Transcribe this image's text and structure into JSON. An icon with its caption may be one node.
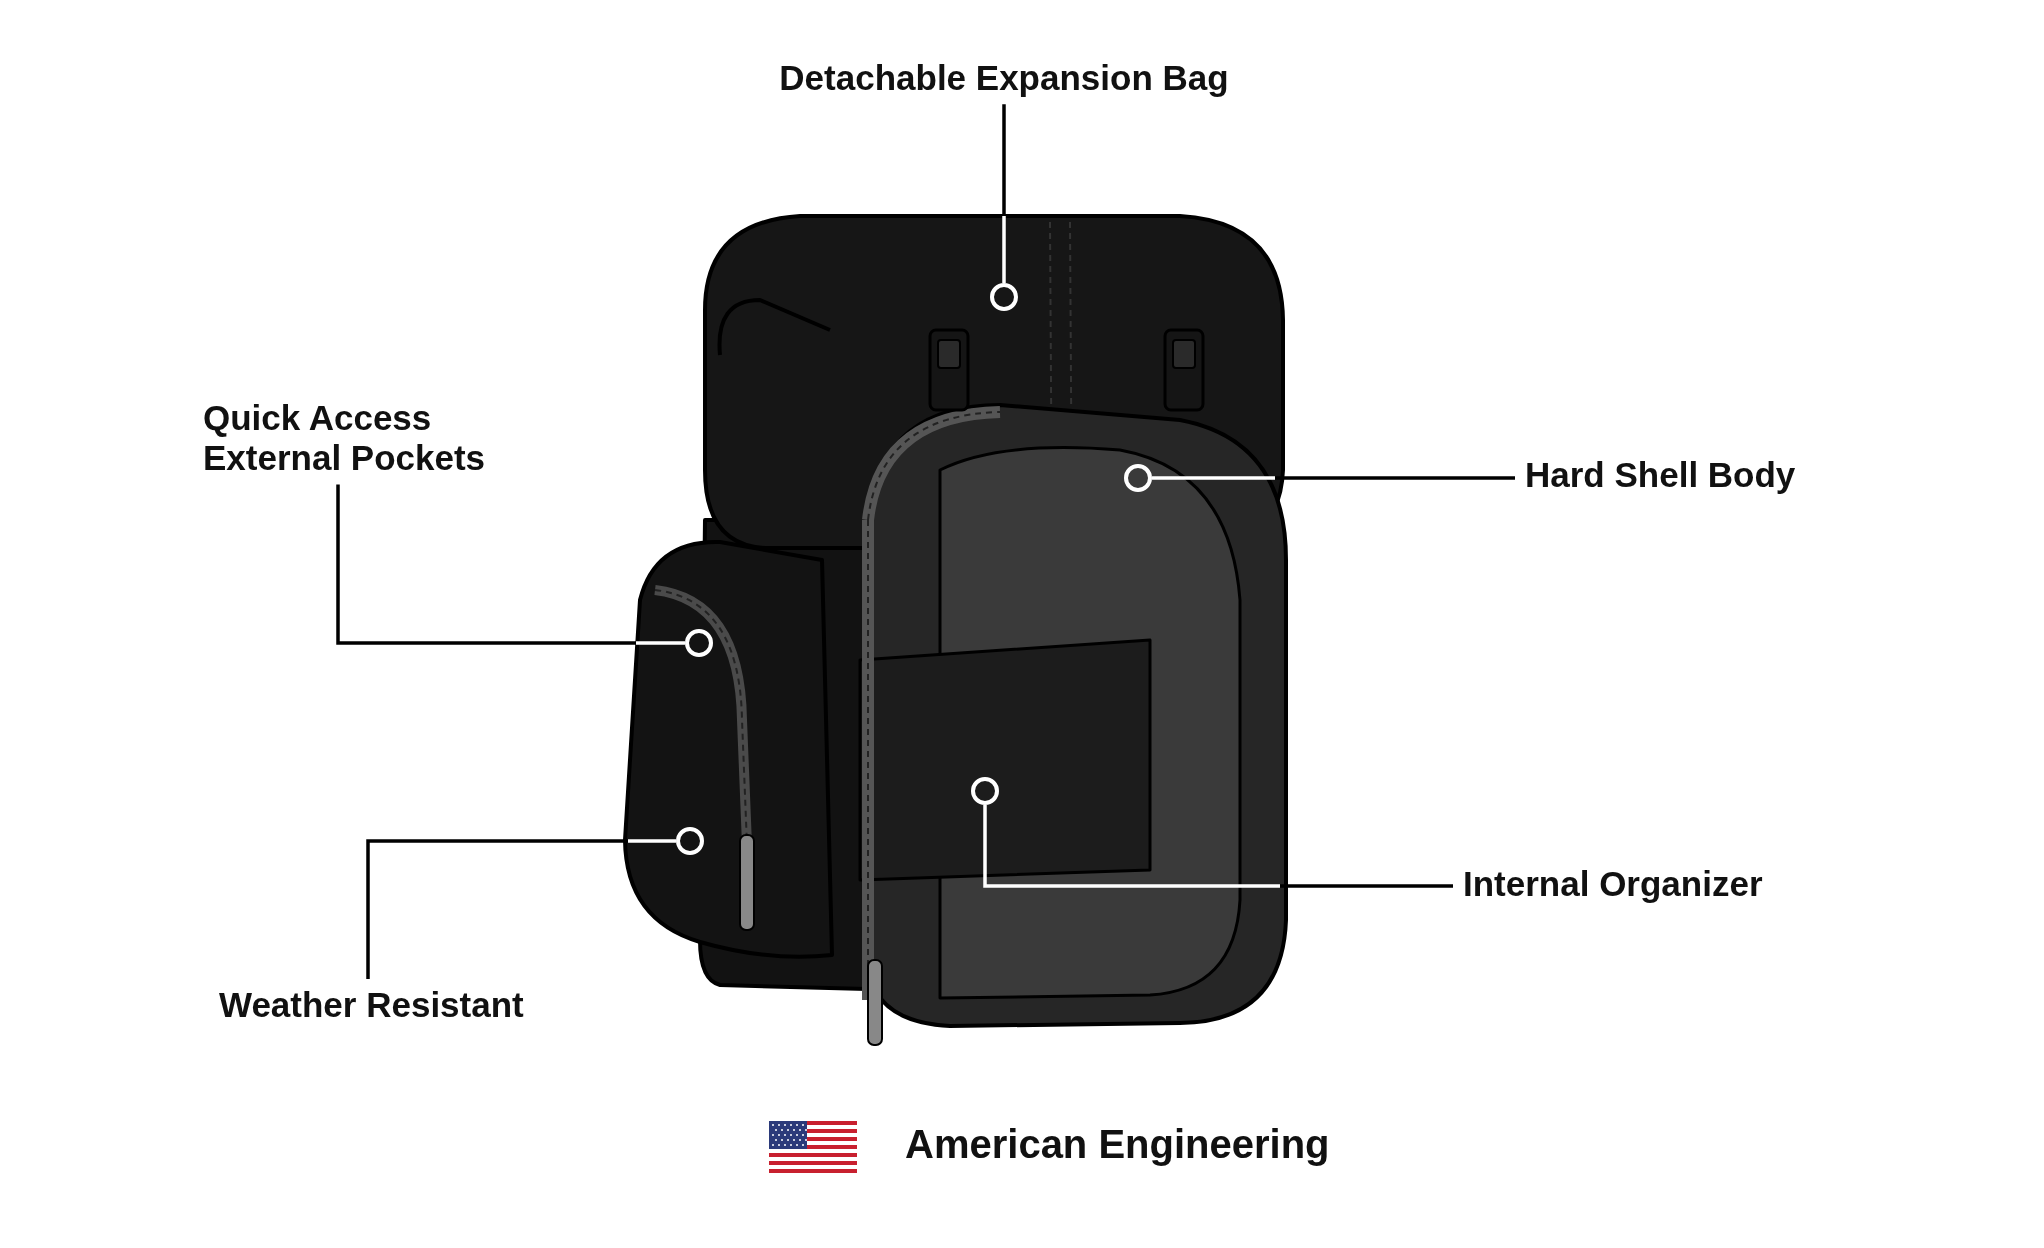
{
  "diagram": {
    "nodes": [
      {
        "text": [
          "Detachable Expansion Bag"
        ]
      },
      {
        "text": [
          "Quick Access External Pockets"
        ]
      },
      {
        "text": [
          "Hard Shell Body"
        ]
      },
      {
        "text": [
          "Weather Resistant"
        ]
      },
      {
        "text": [
          "Internal Organizer"
        ]
      },
      {
        "text": [],
        "shape": "circle"
      },
      {
        "text": [],
        "shape": "circle"
      },
      {
        "text": [],
        "shape": "circle"
      },
      {
        "text": [],
        "shape": "circle"
      },
      {
        "text": [],
        "shape": "circle"
      }
    ],
    "edges": [
      {
        "from": 0,
        "to": 5,
        "arrow": "none"
      },
      {
        "from": 1,
        "to": 6,
        "arrow": "none"
      },
      {
        "from": 2,
        "to": 7,
        "arrow": "none"
      },
      {
        "from": 3,
        "to": 8,
        "arrow": "none"
      },
      {
        "from": 4,
        "to": 9,
        "arrow": "none"
      }
    ],
    "labels": [
      "American Engineering"
    ]
  }
}
